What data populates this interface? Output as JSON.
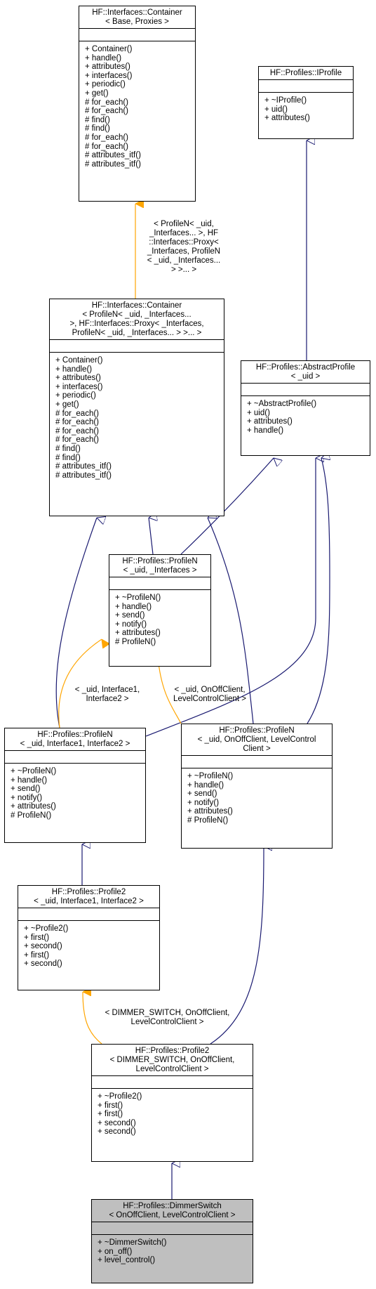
{
  "nodes": {
    "container_base": {
      "title": [
        "HF::Interfaces::Container",
        "< Base, Proxies >"
      ],
      "members": [
        "+ Container()",
        "+ handle()",
        "+ attributes()",
        "+ interfaces()",
        "+ periodic()",
        "+ get()",
        "# for_each()",
        "# for_each()",
        "# find()",
        "# find()",
        "# for_each()",
        "# for_each()",
        "# attributes_itf()",
        "# attributes_itf()"
      ]
    },
    "iprofile": {
      "title": [
        "HF::Profiles::IProfile"
      ],
      "members": [
        "+ ~IProfile()",
        "+ uid()",
        "+ attributes()"
      ]
    },
    "container_profilen": {
      "title": [
        "HF::Interfaces::Container",
        "< ProfileN< _uid, _Interfaces...",
        " >, HF::Interfaces::Proxy< _Interfaces,",
        "ProfileN< _uid, _Interfaces... > >... >"
      ],
      "members": [
        "+ Container()",
        "+ handle()",
        "+ attributes()",
        "+ interfaces()",
        "+ periodic()",
        "+ get()",
        "# for_each()",
        "# for_each()",
        "# for_each()",
        "# for_each()",
        "# find()",
        "# find()",
        "# attributes_itf()",
        "# attributes_itf()"
      ]
    },
    "abstract_profile": {
      "title": [
        "HF::Profiles::AbstractProfile",
        "< _uid >"
      ],
      "members": [
        "+ ~AbstractProfile()",
        "+ uid()",
        "+ attributes()",
        "+ handle()"
      ]
    },
    "profilen_generic": {
      "title": [
        "HF::Profiles::ProfileN",
        "< _uid, _Interfaces >"
      ],
      "members": [
        "+ ~ProfileN()",
        "+ handle()",
        "+ send()",
        "+ notify()",
        "+ attributes()",
        "# ProfileN()"
      ]
    },
    "profilen_i1i2": {
      "title": [
        "HF::Profiles::ProfileN",
        "< _uid, Interface1, Interface2 >"
      ],
      "members": [
        "+ ~ProfileN()",
        "+ handle()",
        "+ send()",
        "+ notify()",
        "+ attributes()",
        "# ProfileN()"
      ]
    },
    "profilen_onoff": {
      "title": [
        "HF::Profiles::ProfileN",
        "< _uid, OnOffClient, LevelControl",
        "Client >"
      ],
      "members": [
        "+ ~ProfileN()",
        "+ handle()",
        "+ send()",
        "+ notify()",
        "+ attributes()",
        "# ProfileN()"
      ]
    },
    "profile2_generic": {
      "title": [
        "HF::Profiles::Profile2",
        "< _uid, Interface1, Interface2 >"
      ],
      "members": [
        "+ ~Profile2()",
        "+ first()",
        "+ second()",
        "+ first()",
        "+ second()"
      ]
    },
    "profile2_dimmer": {
      "title": [
        "HF::Profiles::Profile2",
        "< DIMMER_SWITCH, OnOffClient,",
        "LevelControlClient >"
      ],
      "members": [
        "+ ~Profile2()",
        "+ first()",
        "+ first()",
        "+ second()",
        "+ second()"
      ]
    },
    "dimmer_switch": {
      "title": [
        "HF::Profiles::DimmerSwitch",
        "< OnOffClient, LevelControlClient >"
      ],
      "members": [
        "+ ~DimmerSwitch()",
        "+ on_off()",
        "+ level_control()"
      ]
    }
  },
  "edge_labels": {
    "container_template": [
      "< ProfileN< _uid,",
      "_Interfaces... >, HF",
      "::Interfaces::Proxy<",
      "_Interfaces, ProfileN",
      "< _uid, _Interfaces...",
      "> >... >"
    ],
    "profilen_i1i2_template": [
      "< _uid, Interface1,",
      "Interface2 >"
    ],
    "profilen_onoff_template": [
      "< _uid, OnOffClient,",
      "LevelControlClient >"
    ],
    "profile2_dimmer_template": [
      "< DIMMER_SWITCH, OnOffClient,",
      "LevelControlClient >"
    ]
  },
  "colors": {
    "inheritance_edge": "#191970",
    "template_edge": "#ffa500",
    "highlight_fill": "#bfbfbf",
    "box_border": "#000000"
  }
}
